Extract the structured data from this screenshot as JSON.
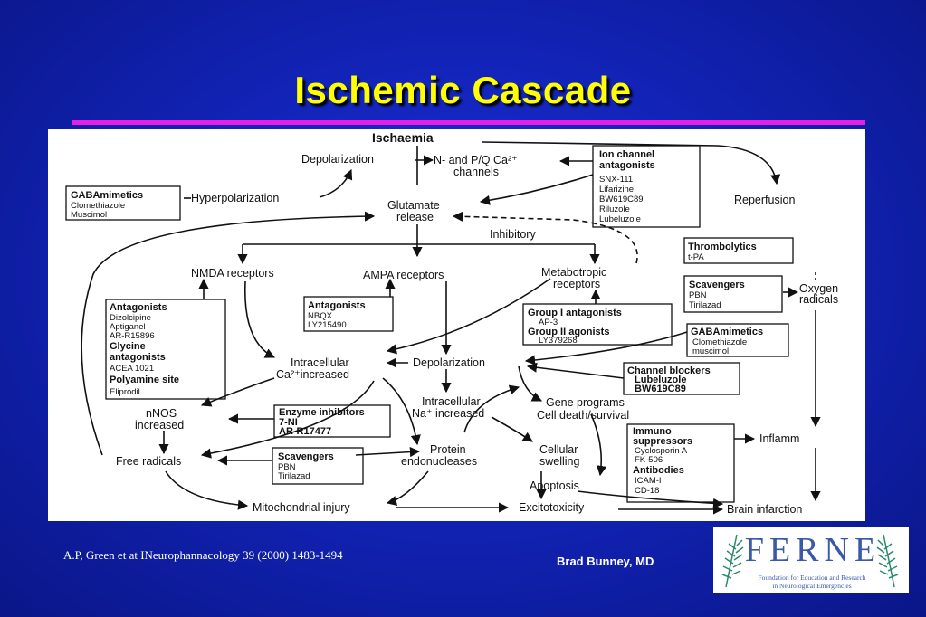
{
  "slide": {
    "title": "Ischemic Cascade",
    "citation": "A.P, Green et at INeurophannacology 39 (2000) 1483-1494",
    "author": "Brad Bunney, MD"
  },
  "logo": {
    "word": "FERNE",
    "line1": "Foundation for Education and Research",
    "line2": "in Neurological Emergencies"
  },
  "diagram": {
    "ischaemia": "Ischaemia",
    "depolarization_top": "Depolarization",
    "np_channels_1": "N- and P/Q Ca²⁺",
    "np_channels_2": "channels",
    "hyperpolarization": "Hyperpolarization",
    "gaba1": [
      "GABAmimetics",
      "Clomethiazole",
      "Muscimol"
    ],
    "ion_channel": [
      "Ion channel",
      "antagonists",
      "SNX-111",
      "Lifarizine",
      "BW619C89",
      "Riluzole",
      "Lubeluzole"
    ],
    "glutamate_1": "Glutamate",
    "glutamate_2": "release",
    "reperfusion": "Reperfusion",
    "inhibitory": "Inhibitory",
    "thrombolytics": [
      "Thrombolytics",
      "t-PA"
    ],
    "nmda": "NMDA receptors",
    "ampa": "AMPA receptors",
    "metabotropic_1": "Metabotropic",
    "metabotropic_2": "receptors",
    "scavengers_top": [
      "Scavengers",
      "PBN",
      "Tirilazad"
    ],
    "oxygen_1": "Oxygen",
    "oxygen_2": "radicals",
    "antagonists_left": [
      "Antagonists",
      "Dizolcipine",
      "Aptiganel",
      "AR-R15896",
      "Glycine",
      "antagonists",
      "ACEA 1021",
      "Polyamine site",
      "Eliprodil"
    ],
    "antagonists_ampa": [
      "Antagonists",
      "NBQX",
      "LY215490"
    ],
    "group_box": [
      "Group I antagonists",
      "AP-3",
      "Group II agonists",
      "LY379268"
    ],
    "gaba2": [
      "GABAmimetics",
      "Clomethiazole",
      "muscimol"
    ],
    "intracellular_ca_1": "Intracellular",
    "intracellular_ca_2": "Ca²⁺increased",
    "depolarization_mid": "Depolarization",
    "channel_blockers": [
      "Channel blockers",
      "Lubeluzole",
      "BW619C89"
    ],
    "gene_programs": "Gene programs",
    "cell_death": "Cell death/survival",
    "nnos_1": "nNOS",
    "nnos_2": "increased",
    "enzyme": [
      "Enzyme inhibitors",
      "7-NI",
      "AR-R17477"
    ],
    "intracellular_na_1": "Intracellular",
    "intracellular_na_2": "Na⁺ increased",
    "immuno": [
      "Immuno",
      "suppressors",
      "Cyclosporin A",
      "FK-506",
      "Antibodies",
      "ICAM-I",
      "CD-18"
    ],
    "inflamm": "Inflamm",
    "free_radicals": "Free radicals",
    "scavengers_mid": [
      "Scavengers",
      "PBN",
      "Tirilazad"
    ],
    "protein_1": "Protein",
    "protein_2": "endonucleases",
    "cellular_1": "Cellular",
    "cellular_2": "swelling",
    "apoptosis": "Apoptosis",
    "mito": "Mitochondrial injury",
    "excito": "Excitotoxicity",
    "brain_infarction": "Brain infarction"
  },
  "colors": {
    "title": "#ffff00",
    "rule": "#e61ee6",
    "background": "#1224b8"
  }
}
